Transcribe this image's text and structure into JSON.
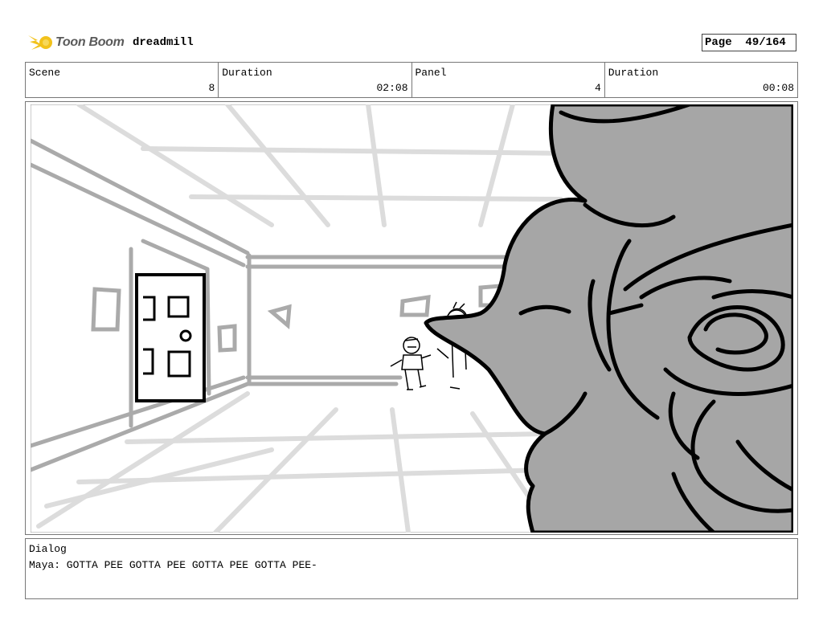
{
  "header": {
    "logo_text": "Toon Boom",
    "project_name": "dreadmill",
    "page_label": "Page",
    "page_value": "49/164"
  },
  "info": {
    "scene": {
      "label": "Scene",
      "value": "8"
    },
    "duration": {
      "label": "Duration",
      "value": "02:08"
    },
    "panel": {
      "label": "Panel",
      "value": "4"
    },
    "panel_duration": {
      "label": "Duration",
      "value": "00:08"
    }
  },
  "dialog": {
    "label": "Dialog",
    "text": "Maya: GOTTA PEE GOTTA PEE GOTTA PEE GOTTA PEE-"
  },
  "colors": {
    "logo_accent": "#f2c21b",
    "sketch_light": "#d9d9d9",
    "sketch_mid": "#a8a8a8",
    "foreground_fill": "#a6a6a6"
  },
  "icons": [
    "toon-boom-logo-icon"
  ]
}
